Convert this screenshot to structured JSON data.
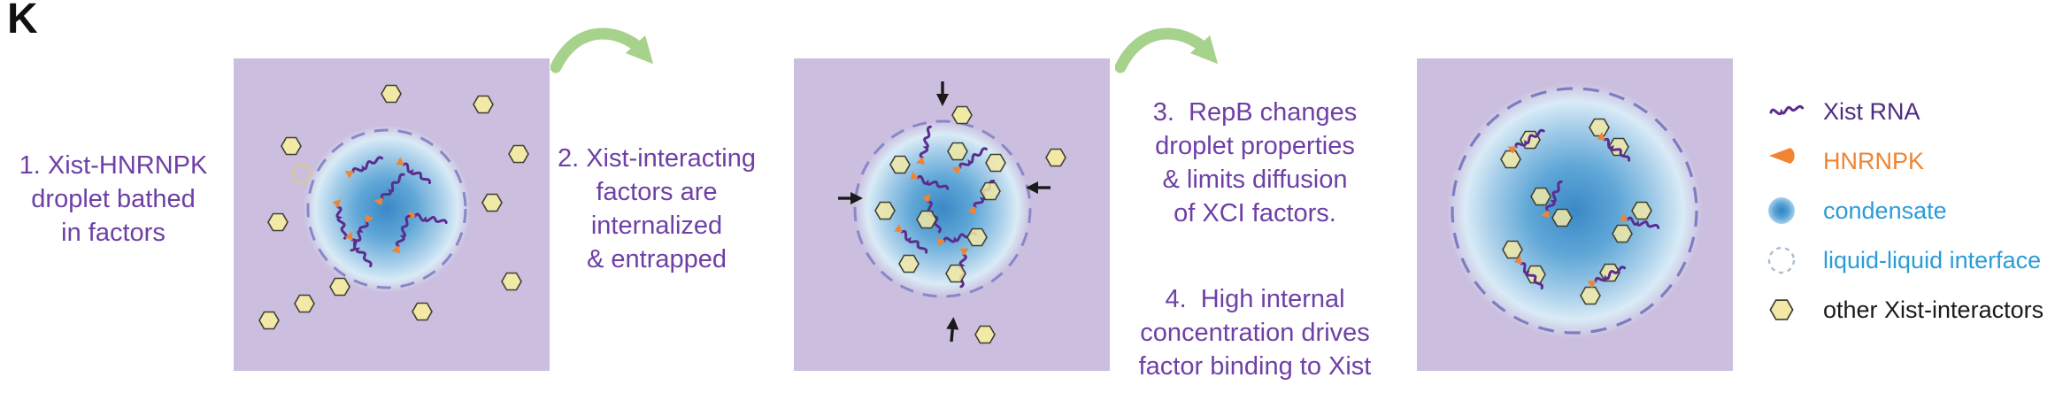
{
  "figure": {
    "panel_label": "K"
  },
  "steps": {
    "step1": {
      "lines": [
        "1. Xist-HNRNPK",
        "droplet bathed",
        "in factors"
      ]
    },
    "step2": {
      "lines": [
        "2. Xist-interacting",
        "factors are",
        "internalized",
        "& entrapped"
      ]
    },
    "step3": {
      "lines": [
        "3.  RepB changes",
        "droplet properties",
        "& limits diffusion",
        "of XCI factors."
      ]
    },
    "step4": {
      "lines": [
        "4.  High internal",
        "concentration drives",
        "factor binding to Xist"
      ]
    }
  },
  "legend": {
    "items": [
      {
        "label": "Xist RNA",
        "color": "#4d2c82",
        "icon": "xist-rna-icon"
      },
      {
        "label": "HNRNPK",
        "color": "#f08430",
        "icon": "hnrnpk-icon"
      },
      {
        "label": "condensate",
        "color": "#2b9cd8",
        "icon": "condensate-icon"
      },
      {
        "label": "liquid-liquid interface",
        "color": "#2b9cd8",
        "icon": "liquid-liquid-interface-icon"
      },
      {
        "label": "other Xist-interactors",
        "color": "#1a1a1a",
        "icon": "other-xist-interactors-icon"
      }
    ]
  },
  "colors": {
    "step_text": "#6e40a6",
    "panel_background": "#cbbede",
    "condensate_blue": "#3a88c6",
    "interface_dash": "#8888c8",
    "xist_purple": "#5b2d8e",
    "hnrnpk_orange": "#ee8434",
    "hexagon_yellow": "#f2e9a6",
    "arrow_green": "#a6d28b",
    "panel_label_black": "#111111"
  }
}
